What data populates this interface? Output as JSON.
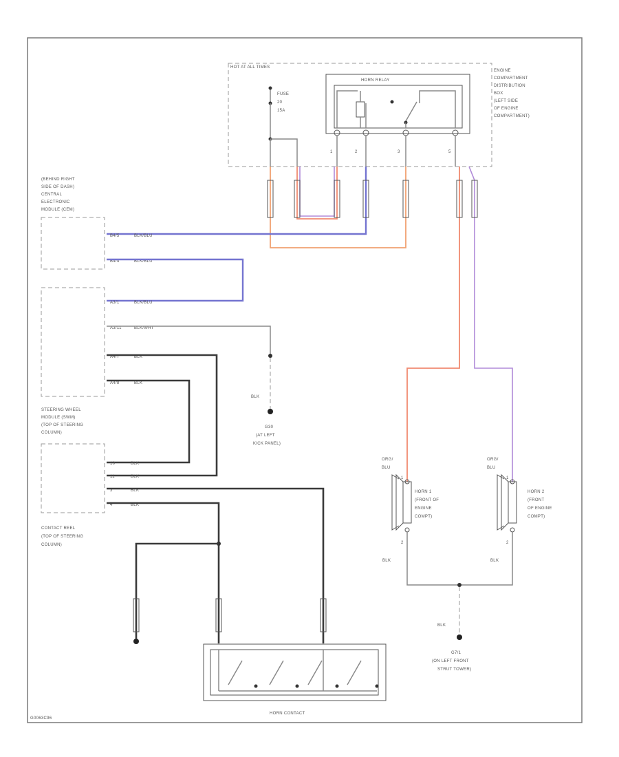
{
  "labels": {
    "hot_at_all_times": "HOT AT ALL TIMES",
    "fuse": "FUSE",
    "fuse_number": "20",
    "fuse_amps": "15A",
    "horn_relay": "HORN RELAY",
    "distribution_box": [
      "ENGINE",
      "COMPARTMENT",
      "DISTRIBUTION",
      "BOX",
      "(LEFT SIDE",
      "OF ENGINE",
      "COMPARTMENT)"
    ],
    "cem": [
      "(BEHIND RIGHT",
      "SIDE OF DASH)",
      "CENTRAL",
      "ELECTRONIC",
      "MODULE (CEM)"
    ],
    "steering_wheel_module": [
      "STEERING WHEEL",
      "MODULE (SWM)",
      "(TOP OF STEERING",
      "COLUMN)"
    ],
    "contact_reel": [
      "CONTACT REEL",
      "(TOP OF STEERING",
      "COLUMN)"
    ],
    "ground_30_label": "BLK",
    "ground_30": [
      "G30",
      "(AT LEFT",
      "KICK PANEL)"
    ],
    "horn1": [
      "HORN 1",
      "(FRONT OF",
      "ENGINE",
      "COMPT)"
    ],
    "horn2": [
      "HORN 2",
      "(FRONT",
      "OF ENGINE",
      "COMPT)"
    ],
    "horn1_wire": [
      "ORG/",
      "BLU"
    ],
    "horn2_wire": [
      "ORG/",
      "BLU"
    ],
    "horn_gnd_wire": "BLK",
    "horn2_gnd_wire": "BLK",
    "gnd_wire_g_front": "BLK",
    "ground_front": [
      "G7/1",
      "(ON LEFT FRONT",
      "STRUT TOWER)"
    ],
    "horn_contact": "HORN CONTACT",
    "relay_pins": [
      "1",
      "2",
      "3",
      "5"
    ],
    "horn_pins": [
      "1",
      "2",
      "1",
      "2"
    ],
    "cem_pins": [
      {
        "pin": "B4/5",
        "wire": "BLK/BLU"
      },
      {
        "pin": "B4/4",
        "wire": "BLK/BLU"
      }
    ],
    "swm_pins": [
      {
        "pin": "A3/1",
        "wire": "BLK/BLU"
      },
      {
        "pin": "A3/11",
        "wire": "BLK/WHT"
      },
      {
        "pin": "A4/7",
        "wire": "BLK"
      },
      {
        "pin": "A4/8",
        "wire": "BLK"
      }
    ],
    "reel_pins": [
      {
        "pin": "10",
        "wire": "BLK"
      },
      {
        "pin": "11",
        "wire": "BLK"
      },
      {
        "pin": "3",
        "wire": "BLK"
      },
      {
        "pin": "4",
        "wire": "BLK"
      }
    ],
    "figure_id": "G0063C96"
  }
}
